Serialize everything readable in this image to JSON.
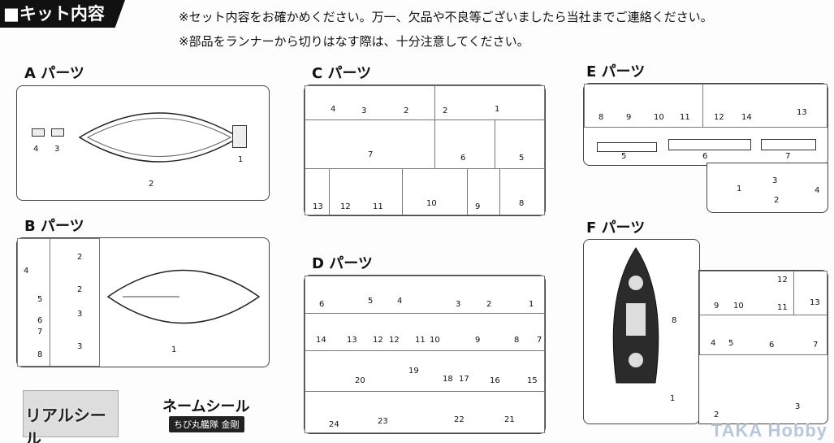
{
  "header": {
    "title": "■キット内容",
    "note1": "※セット内容をお確かめください。万一、欠品や不良等ございましたら当社までご連絡ください。",
    "note2": "※部品をランナーから切りはなす際は、十分注意してください。"
  },
  "sections": {
    "A": {
      "title": "A パーツ",
      "parts": [
        "4",
        "3",
        "2",
        "1"
      ]
    },
    "B": {
      "title": "B パーツ",
      "parts": [
        "4",
        "5",
        "6",
        "7",
        "8",
        "2",
        "2",
        "3",
        "3",
        "1"
      ]
    },
    "C": {
      "title": "C パーツ",
      "parts": [
        "4",
        "3",
        "2",
        "2",
        "1",
        "7",
        "6",
        "5",
        "13",
        "12",
        "11",
        "10",
        "9",
        "8"
      ]
    },
    "D": {
      "title": "D パーツ",
      "parts": [
        "6",
        "5",
        "4",
        "3",
        "2",
        "1",
        "14",
        "13",
        "12",
        "12",
        "11",
        "10",
        "9",
        "8",
        "7",
        "20",
        "19",
        "18",
        "17",
        "16",
        "15",
        "24",
        "23",
        "22",
        "21"
      ]
    },
    "E": {
      "title": "E パーツ",
      "parts": [
        "8",
        "9",
        "10",
        "11",
        "12",
        "14",
        "13",
        "5",
        "6",
        "7",
        "1",
        "3",
        "2",
        "4"
      ]
    },
    "F": {
      "title": "F パーツ",
      "parts": [
        "8",
        "1",
        "12",
        "9",
        "10",
        "11",
        "13",
        "4",
        "5",
        "6",
        "7",
        "2",
        "3"
      ]
    }
  },
  "stickers": {
    "real": "リアルシール",
    "name": "ネームシール",
    "name_plate": "ちび丸艦隊 金剛"
  },
  "watermark": "TAKA Hobby"
}
